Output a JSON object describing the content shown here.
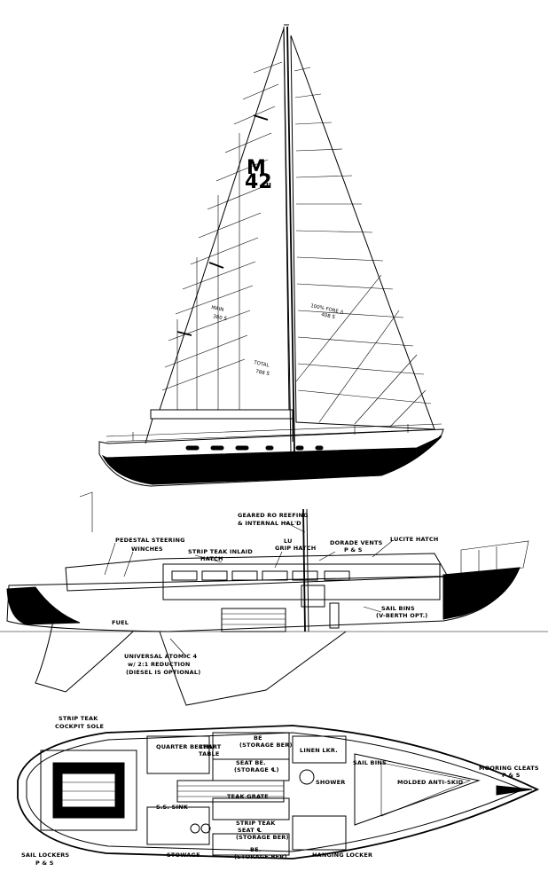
{
  "sail_plan": {
    "logo_letter": "M",
    "logo_number": "42",
    "logo_suffix": "II",
    "main_label": "MAIN",
    "main_area": "380 Ś",
    "fore_label": "100% FORE Δ",
    "fore_area": "408 Ś",
    "total_label": "TOTAL",
    "total_area": "788 Ś"
  },
  "profile_labels": {
    "geared_reefing": "GEARED RO REEFING",
    "internal_halyard": "& INTERNAL HAL'D",
    "pedestal_steering": "PEDESTAL STEERING",
    "winches": "WINCHES",
    "strip_teak_inlaid": "STRIP TEAK INLAID",
    "hatch": "HATCH",
    "lu_grip_hatch": "LU",
    "grip_hatch": "GRIP HATCH",
    "dorade_vents": "DORADE VENTS",
    "dorade_vents_pb": "P & S",
    "lucite_hatch": "LUCITE HATCH",
    "sail_bins": "SAIL BINS",
    "v_berth": "(V-BERTH OPT.)",
    "fuel": "FUEL",
    "engine_1": "UNIVERSAL ATOMIC 4",
    "engine_2": "w/ 2:1 REDUCTION",
    "engine_3": "(DIESEL IS OPTIONAL)"
  },
  "plan_labels": {
    "strip_teak_cockpit": "STRIP TEAK",
    "cockpit_sole": "COCKPIT SOLE",
    "quarter_berth": "QUARTER BERTH",
    "chart_table_1": "CHART",
    "chart_table_2": "TABLE",
    "be_storage_top_1": "BE",
    "be_storage_top_2": "(STORAGE BER)",
    "seat_be_1": "SEAT BE.",
    "seat_be_2": "(STORAGE ℄)",
    "linen_lkr": "LINEN LKR.",
    "sail_bins": "SAIL BINS",
    "shower": "SHOWER",
    "molded_anti_skid": "MOLDED ANTI-SKID",
    "mooring_cleats": "MOORING CLEATS",
    "mooring_cleats_pb": "P & S",
    "teak_grate": "TEAK GRATE",
    "ss_sink": "S.S. SINK",
    "strip_teak_2": "STRIP TEAK",
    "seat_2": "SEAT ℄",
    "storage_2": "(STORAGE BER)",
    "be_bottom_1": "BE.",
    "be_bottom_2": "(STORAGE BER)",
    "sail_lockers": "SAIL LOCKERS",
    "sail_lockers_pb": "P & S",
    "stowage": "STOWAGE",
    "hanging_locker": "HANGING LOCKER"
  }
}
